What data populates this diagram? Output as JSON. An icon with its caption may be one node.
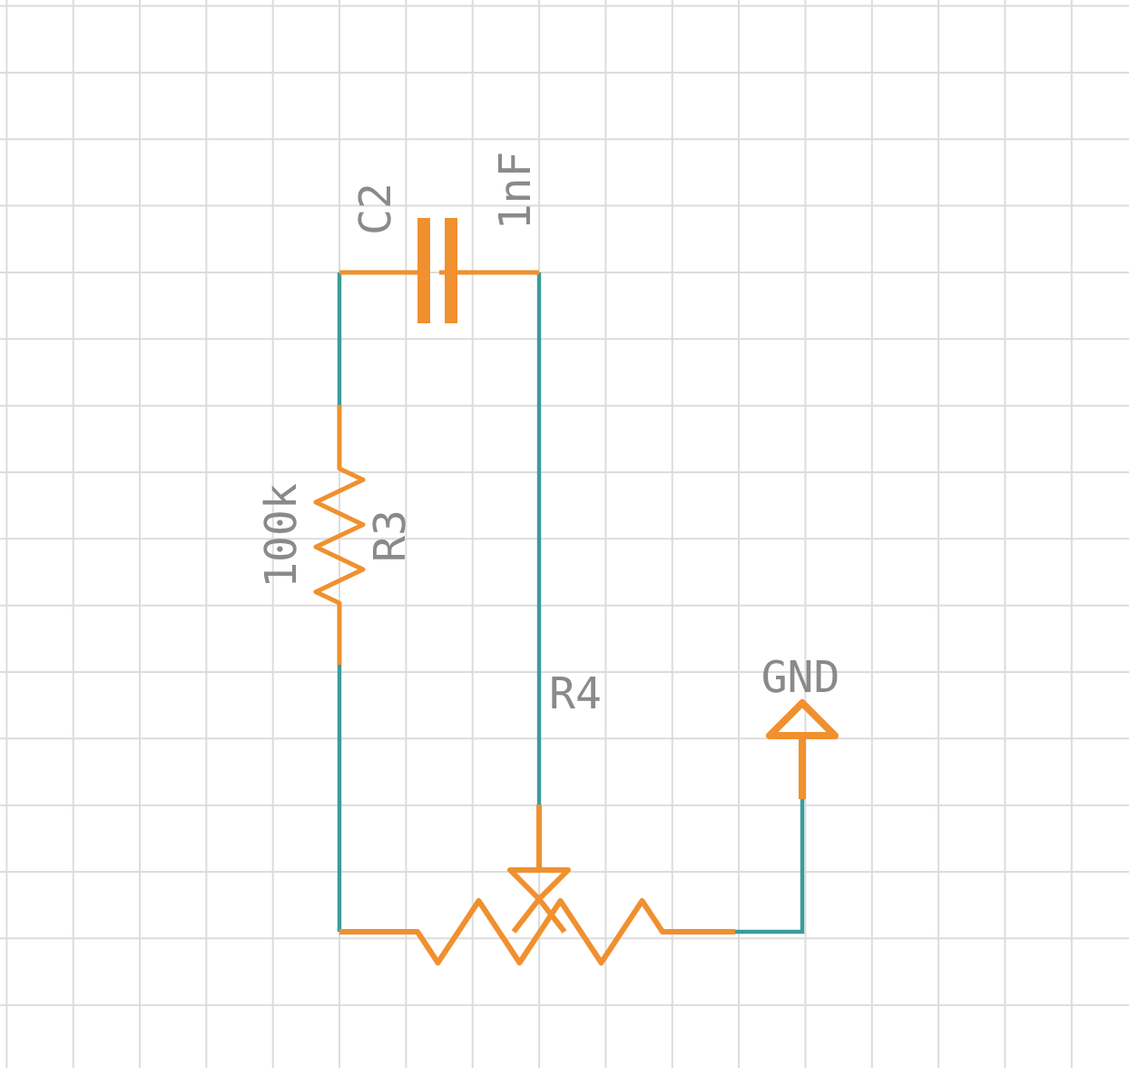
{
  "diagram": {
    "nodes": [
      {
        "text": [
          "C2",
          "1nF"
        ]
      },
      {
        "text": [
          "100k",
          "R3"
        ]
      },
      {
        "text": [
          "R4"
        ]
      },
      {
        "text": [
          "GND"
        ]
      }
    ],
    "edges": [
      {
        "from": 0,
        "to": 1,
        "arrow": "none"
      },
      {
        "from": 0,
        "to": 2,
        "arrow": "none"
      },
      {
        "from": 1,
        "to": 2,
        "arrow": "none"
      },
      {
        "from": 2,
        "to": 3,
        "arrow": "none"
      }
    ]
  }
}
